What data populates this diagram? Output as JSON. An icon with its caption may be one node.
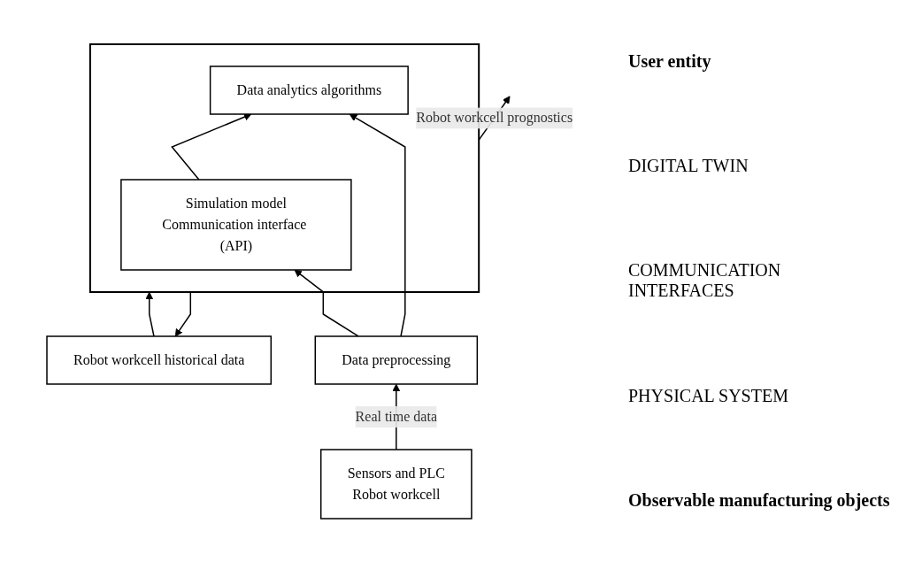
{
  "diagram": {
    "nodes": [
      {
        "text": [
          "Robot workcell historical data"
        ]
      },
      {
        "text": [],
        "shape": "box"
      },
      {
        "text": [
          "Simulation model",
          "Communication interface (API)"
        ],
        "in": 1
      },
      {
        "text": [
          "Data analytics algorithms"
        ],
        "in": 1
      },
      {
        "text": [
          "Data preprocessing"
        ]
      },
      {
        "text": [
          "Sensors and PLC",
          "Robot workcell"
        ]
      }
    ],
    "edges": [
      {
        "from": 1,
        "to": null,
        "arrow": "to",
        "label": "Robot workcell prognostics"
      },
      {
        "from": 1,
        "to": 0,
        "arrow": "to"
      },
      {
        "from": 0,
        "to": 1,
        "arrow": "to"
      },
      {
        "from": 2,
        "to": 3,
        "arrow": "to"
      },
      {
        "from": 4,
        "to": 2,
        "arrow": "to"
      },
      {
        "from": 4,
        "to": 3,
        "arrow": "to"
      },
      {
        "from": 5,
        "to": 4,
        "arrow": "to",
        "label": "Real time data"
      }
    ],
    "labels": [
      "User entity",
      "DIGITAL TWIN",
      "COMMUNICATION INTERFACES",
      "PHYSICAL SYSTEM",
      "Observable manufacturing objects"
    ]
  }
}
